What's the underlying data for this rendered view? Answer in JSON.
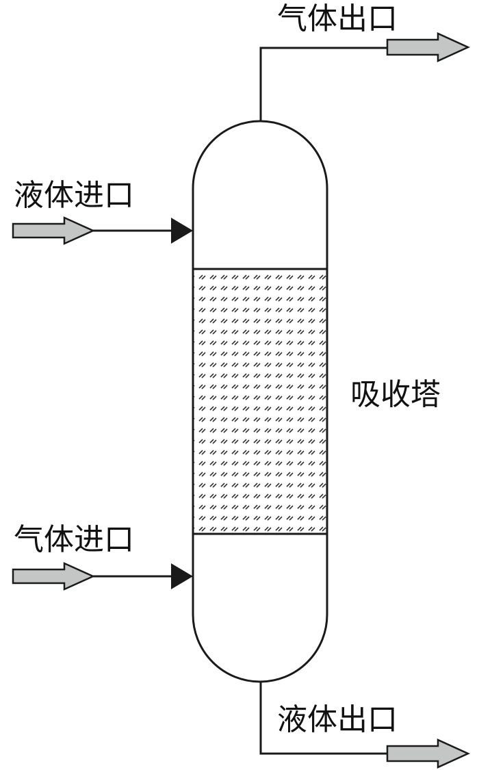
{
  "labels": {
    "gas_outlet": "气体出口",
    "liquid_inlet": "液体进口",
    "tower": "吸收塔",
    "gas_inlet": "气体进口",
    "liquid_outlet": "液体出口"
  },
  "colors": {
    "line": "#1a1a1a",
    "flow_arrow_fill": "#c4c6c6",
    "packing_hatch": "#333333",
    "background": "#ffffff"
  }
}
